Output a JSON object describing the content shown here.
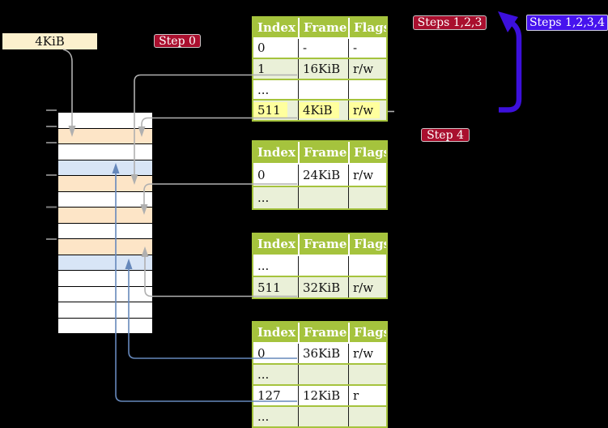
{
  "colors": {
    "background": "#000000",
    "table_green": "#a5c33d",
    "row_pale_green": "#eaf0d8",
    "row_white": "#ffffff",
    "highlight_yellow": "#ffff9e",
    "label_cream_bg": "#fcf0cd",
    "label_crimson_bg": "#a90f2e",
    "label_violet_bg": "#4613ee",
    "arrow_violet": "#3c10dc",
    "frame_table_orange": "#fde5c7",
    "frame_page_blue": "#d8e5f6",
    "connector_gray": "#b0b0b0",
    "connector_blue": "#6688bb"
  },
  "annotations": {
    "frame_label": "4KiB",
    "step0": "Step 0",
    "steps123": "Steps 1,2,3",
    "steps1234": "Steps 1,2,3,4",
    "step4": "Step 4"
  },
  "page_tables": [
    {
      "name": "page-table-level-4",
      "headers": [
        "Index",
        "Frame",
        "Flags"
      ],
      "rows": [
        [
          "0",
          "-",
          "-"
        ],
        [
          "1",
          "16KiB",
          "r/w"
        ],
        [
          "...",
          "",
          ""
        ],
        [
          "511",
          "4KiB",
          "r/w"
        ]
      ],
      "highlighted_row": "511 | 4KiB | r/w"
    },
    {
      "name": "page-table-level-3",
      "headers": [
        "Index",
        "Frame",
        "Flags"
      ],
      "rows": [
        [
          "0",
          "24KiB",
          "r/w"
        ],
        [
          "...",
          "",
          ""
        ]
      ]
    },
    {
      "name": "page-table-level-2",
      "headers": [
        "Index",
        "Frame",
        "Flags"
      ],
      "rows": [
        [
          "...",
          "",
          ""
        ],
        [
          "511",
          "32KiB",
          "r/w"
        ]
      ]
    },
    {
      "name": "page-table-level-1",
      "headers": [
        "Index",
        "Frame",
        "Flags"
      ],
      "rows": [
        [
          "0",
          "36KiB",
          "r/w"
        ],
        [
          "...",
          "",
          ""
        ],
        [
          "127",
          "12KiB",
          "r"
        ],
        [
          "...",
          "",
          ""
        ]
      ]
    }
  ],
  "memory_column": {
    "frames": [
      "free",
      "table",
      "free",
      "page",
      "table",
      "free",
      "table",
      "free",
      "table",
      "page",
      "free",
      "free",
      "free",
      "free"
    ],
    "tick_count": 6
  }
}
